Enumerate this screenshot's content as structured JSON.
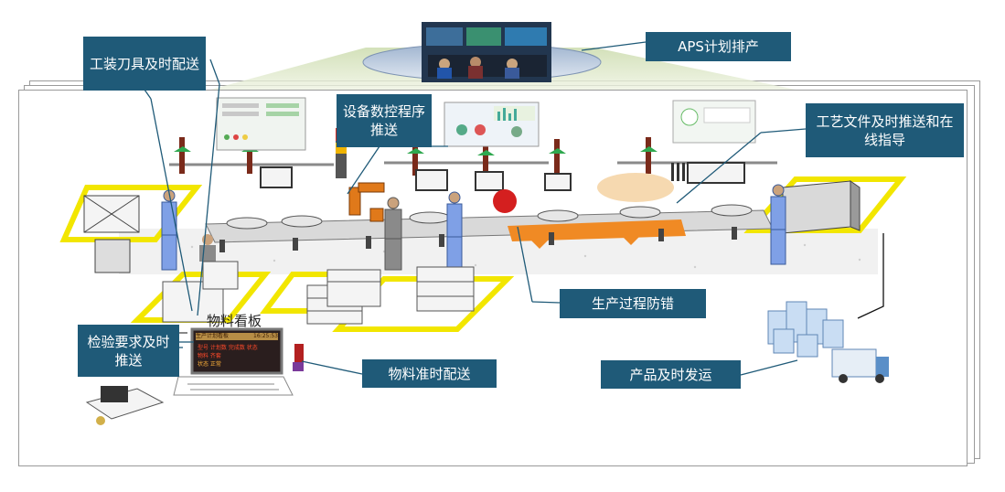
{
  "callouts": {
    "aps": "APS计划排产",
    "tooling": "工装刀具及时配送",
    "nc": "设备数控程序推送",
    "process_docs": "工艺文件及时推送和在线指导",
    "error_proof": "生产过程防错",
    "inspection": "检验要求及时推送",
    "material_delivery": "物料准时配送",
    "product_shipping": "产品及时发运"
  },
  "board": {
    "caption": "物料看板",
    "header_left": "生产计划看板",
    "header_time": "16:25:53",
    "row1": "型号 计划数 完成数 状态",
    "row2": "物料 齐套",
    "row3": "状态 正常"
  },
  "colors": {
    "callout_bg": "#1f5a78",
    "zone_yellow": "#f2e600",
    "conveyor_orange": "#f08a24",
    "worker_blue": "#7fa0e6"
  }
}
